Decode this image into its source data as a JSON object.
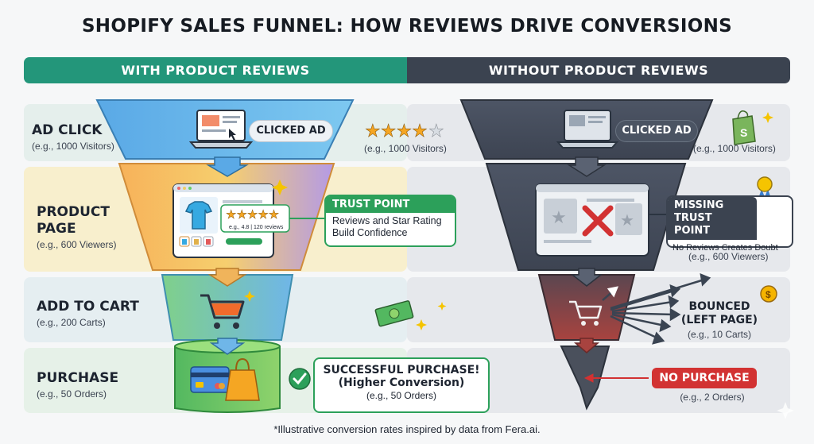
{
  "title": "SHOPIFY SALES FUNNEL: HOW REVIEWS DRIVE CONVERSIONS",
  "headers": {
    "left": "WITH PRODUCT REVIEWS",
    "right": "WITHOUT PRODUCT REVIEWS"
  },
  "stages": {
    "ad_click": {
      "name": "AD CLICK",
      "sub": "(e.g., 1000 Visitors)"
    },
    "product_page": {
      "name": "PRODUCT PAGE",
      "sub": "(e.g., 600 Viewers)"
    },
    "add_to_cart": {
      "name": "ADD TO CART",
      "sub": "(e.g., 200 Carts)"
    },
    "purchase": {
      "name": "PURCHASE",
      "sub": "(e.g., 50 Orders)"
    }
  },
  "left": {
    "clicked_ad": "CLICKED AD",
    "rating_text": "e.g., 4.8 | 120 reviews",
    "trust_title": "TRUST POINT",
    "trust_body": "Reviews and Star Rating Build Confidence",
    "success_title": "SUCCESSFUL PURCHASE!",
    "success_sub": "(Higher Conversion)",
    "success_note": "(e.g., 50 Orders)"
  },
  "right": {
    "clicked_ad": "CLICKED AD",
    "visitors": "(e.g., 1000 Visitors)",
    "missing_title": "MISSING TRUST POINT",
    "missing_body": "No Reviews Creates Doubt",
    "viewers": "(e.g., 600 Viewers)",
    "bounced_title": "BOUNCED (LEFT PAGE)",
    "bounced_sub": "(e.g., 10 Carts)",
    "no_purchase": "NO PURCHASE",
    "orders": "(e.g., 2 Orders)"
  },
  "middle_visitors": "(e.g., 1000 Visitors)",
  "footnote": "*Illustrative conversion rates inspired by data from Fera.ai.",
  "colors": {
    "green": "#23967a",
    "dark": "#3b4350",
    "red": "#d23232",
    "success": "#2ca05a",
    "star": "#f5a623"
  },
  "icons": [
    "laptop-icon",
    "star-rating-icon",
    "shopify-bag-icon",
    "shirt-icon",
    "key-icon",
    "cart-icon",
    "money-icon",
    "credit-card-icon",
    "shopping-bag-icon",
    "check-icon",
    "x-mark-icon",
    "medal-icon",
    "coin-icon",
    "sparkle-icon"
  ]
}
